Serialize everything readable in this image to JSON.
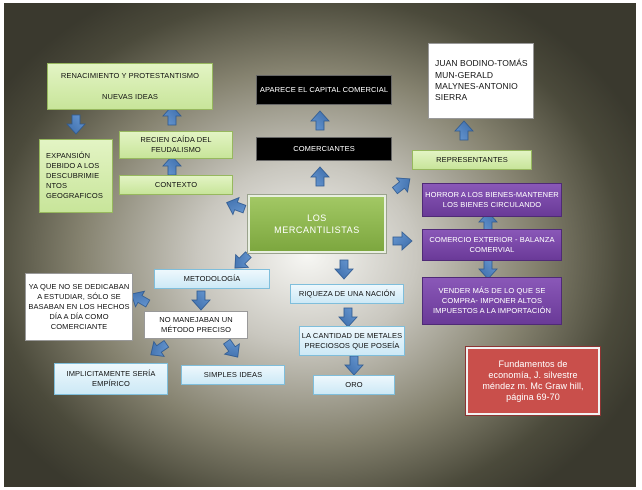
{
  "nodes": {
    "center": "LOS\nMERCANTILISTAS",
    "renacimiento": "RENACIMIENTO Y PROTESTANTISMO\n\nNUEVAS IDEAS",
    "expansion": "EXPANSIÓN\nDEBIDO A LOS\nDESCUBRIMIE\nNTOS\nGEOGRAFICOS",
    "caida": "RECIEN CAÍDA DEL\nFEUDALISMO",
    "contexto": "CONTEXTO",
    "capital": "APARECE EL CAPITAL COMERCIAL",
    "comerciantes": "COMERCIANTES",
    "autores": "JUAN BODINO-TOMÁS\nMUN-GERALD\nMALYNES-ANTONIO\nSIERRA",
    "representantes": "REPRESENTANTES",
    "horror": "HORROR  A LOS BIENES-MANTENER\nLOS BIENES CIRCULANDO",
    "comercio": "COMERCIO  EXTERIOR  - BALANZA\nCOMERVIAL",
    "vender": "VENDER  MÁS DE LO QUE SE\nCOMPRA- IMPONER ALTOS\nIMPUESTOS A LA IMPORTACIÓN",
    "metodologia": "METODOLOGÍA",
    "ya_que": "YA QUE NO SE DEDICABAN\nA ESTUDIAR, SÓLO SE\nBASABAN EN LOS HECHOS\nDÍA A DÍA COMO\nCOMERCIANTE",
    "no_manejaban": "NO  MANEJABAN UN\nMÉTODO PRECISO",
    "implicitamente": "IMPLICITAMENTE  SERÍA\nEMPÍRICO",
    "simples": "SIMPLES IDEAS",
    "riqueza": "RIQUEZA  DE UNA  NACIÓN",
    "cantidad": "LA CANTIDAD DE METALES\nPRECIOSOS  QUE POSEÍA",
    "oro": "ORO",
    "referencia": "Fundamentos de\neconomía, J. silvestre\nméndez m. Mc Graw hill,\npágina 69-70"
  },
  "colors": {
    "arrow": "#4a7ebb",
    "green_box": "#d7eeb3",
    "light_blue_box": "#dff1fa",
    "purple_box": "#7b4aa8",
    "center_box": "#8db54f",
    "reference_box": "#c94f4b"
  }
}
